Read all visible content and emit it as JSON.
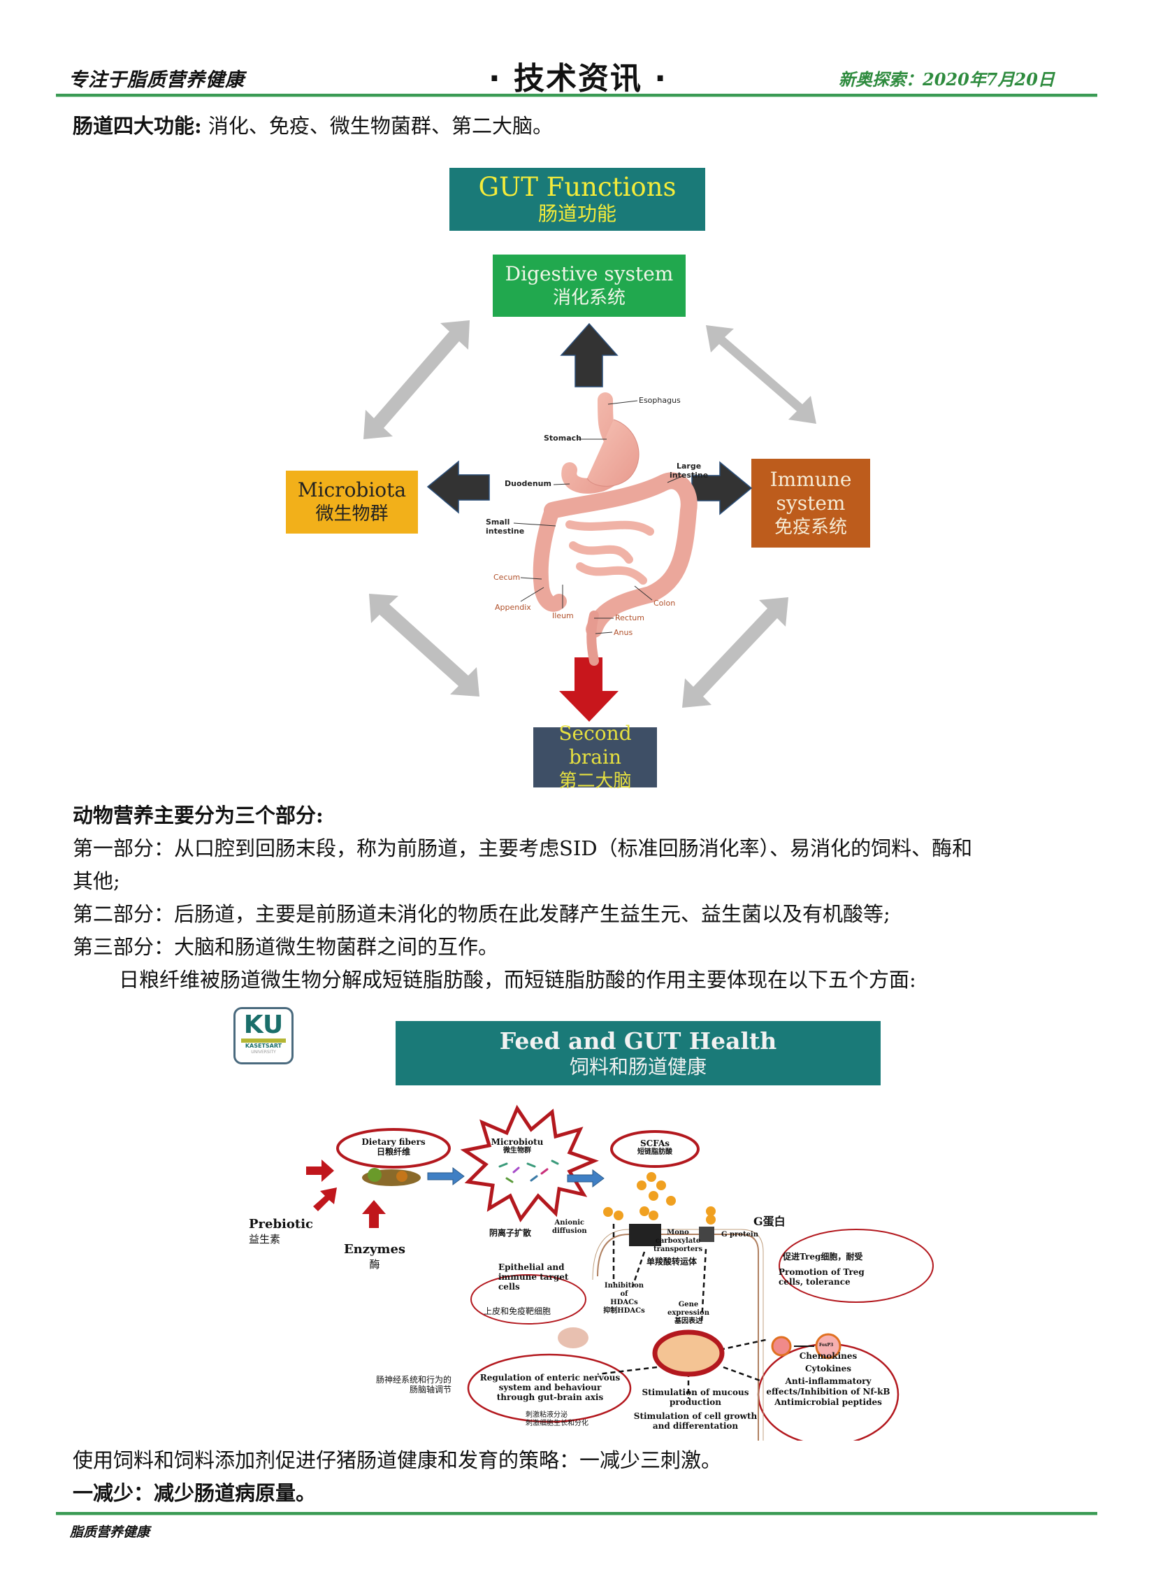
{
  "header": {
    "left": "专注于脂质营养健康",
    "center": "· 技术资讯 ·",
    "right": "新奥探索：2020年7月20日",
    "accent_color": "#3a9a54"
  },
  "intro": {
    "label": "肠道四大功能:",
    "text": " 消化、免疫、微生物菌群、第二大脑。"
  },
  "diagram1": {
    "title_en": "GUT Functions",
    "title_zh": "肠道功能",
    "nodes": {
      "digestive": {
        "en": "Digestive system",
        "zh": "消化系统",
        "color": "#21a84e"
      },
      "microbiota": {
        "en": "Microbiota",
        "zh": "微生物群",
        "color": "#f2b01a"
      },
      "immune": {
        "en1": "Immune",
        "en2": "system",
        "zh": "免疫系统",
        "color": "#bd5c1c"
      },
      "second_brain": {
        "en": "Second brain",
        "zh": "第二大脑",
        "color": "#3e4f66"
      }
    },
    "anatomy_labels": {
      "esophagus": "Esophagus",
      "stomach": "Stomach",
      "large_intestine_1": "Large",
      "large_intestine_2": "intestine",
      "duodenum": "Duodenum",
      "small_intestine_1": "Small",
      "small_intestine_2": "intestine",
      "cecum": "Cecum",
      "appendix": "Appendix",
      "ileum": "Ileum",
      "colon": "Colon",
      "rectum": "Rectum",
      "anus": "Anus"
    }
  },
  "section2": {
    "heading": "动物营养主要分为三个部分:",
    "part1_line1": "第一部分：从口腔到回肠末段，称为前肠道，主要考虑SID（标准回肠消化率）、易消化的饲料、酶和",
    "part1_line2": "其他;",
    "part2": "第二部分：后肠道，主要是前肠道未消化的物质在此发酵产生益生元、益生菌以及有机酸等;",
    "part3": "第三部分：大脑和肠道微生物菌群之间的互作。",
    "scfa_intro": "日粮纤维被肠道微生物分解成短链脂肪酸，而短链脂肪酸的作用主要体现在以下五个方面:"
  },
  "diagram2": {
    "logo_text": "KU",
    "logo_sub1": "KASETSART",
    "logo_sub2": "UNIVERSITY",
    "title_en": "Feed and GUT Health",
    "title_zh": "饲料和肠道健康",
    "dietary_fibers_en": "Dietary fibers",
    "dietary_fibers_zh": "日粮纤维",
    "microbiota_en": "Microbiotu",
    "microbiota_zh": "微生物群",
    "scfas_en": "SCFAs",
    "scfas_zh": "短链脂肪酸",
    "prebiotic_en": "Prebiotic",
    "prebiotic_zh": "益生素",
    "enzymes_en": "Enzymes",
    "enzymes_zh": "酶",
    "anionic_zh": "阴离子扩散",
    "anionic_en1": "Anionic",
    "anionic_en2": "diffusion",
    "mono_en1": "Mono",
    "mono_en2": "carboxylate",
    "mono_en3": "transporters",
    "mono_zh": "单羧酸转运体",
    "gprotein_zh": "G蛋白",
    "gprotein_en": "G protein",
    "epithelial_en1": "Epithelial and",
    "epithelial_en2": "immune target",
    "epithelial_en3": "cells",
    "epithelial_zh": "上皮和免疫靶细胞",
    "hdac_en1": "Inhibition of",
    "hdac_en2": "HDACs",
    "hdac_zh": "抑制HDACs",
    "gene_en1": "Gene",
    "gene_en2": "expression",
    "gene_zh": "基因表达",
    "treg_zh": "促进Treg细胞，耐受",
    "treg_en1": "Promotion of Treg",
    "treg_en2": "cells, tolerance",
    "foxp3": "FoxP3",
    "gutbrain_zh1": "肠神经系统和行为的",
    "gutbrain_zh2": "肠脑轴调节",
    "gutbrain_en1": "Regulation of enteric nervous",
    "gutbrain_en2": "system and behaviour",
    "gutbrain_en3": "through gut-brain axis",
    "mucous_en1": "Stimulation of mucous",
    "mucous_en2": "production",
    "growth_en1": "Stimulation of cell growth",
    "growth_en2": "and differentation",
    "mucous_zh1": "刺激粘液分泌",
    "mucous_zh2": "刺激细胞生长和分化",
    "immune_list": [
      "Chemokines",
      "Cytokines",
      "Anti-inflammatory",
      "effects/Inhibition of Nf-kB",
      "Antimicrobial peptides"
    ]
  },
  "section3": {
    "strategy": "使用饲料和饲料添加剂促进仔猪肠道健康和发育的策略：一减少三刺激。",
    "reduce": "一减少：减少肠道病原量。"
  },
  "footer": {
    "text": "脂质营养健康"
  }
}
